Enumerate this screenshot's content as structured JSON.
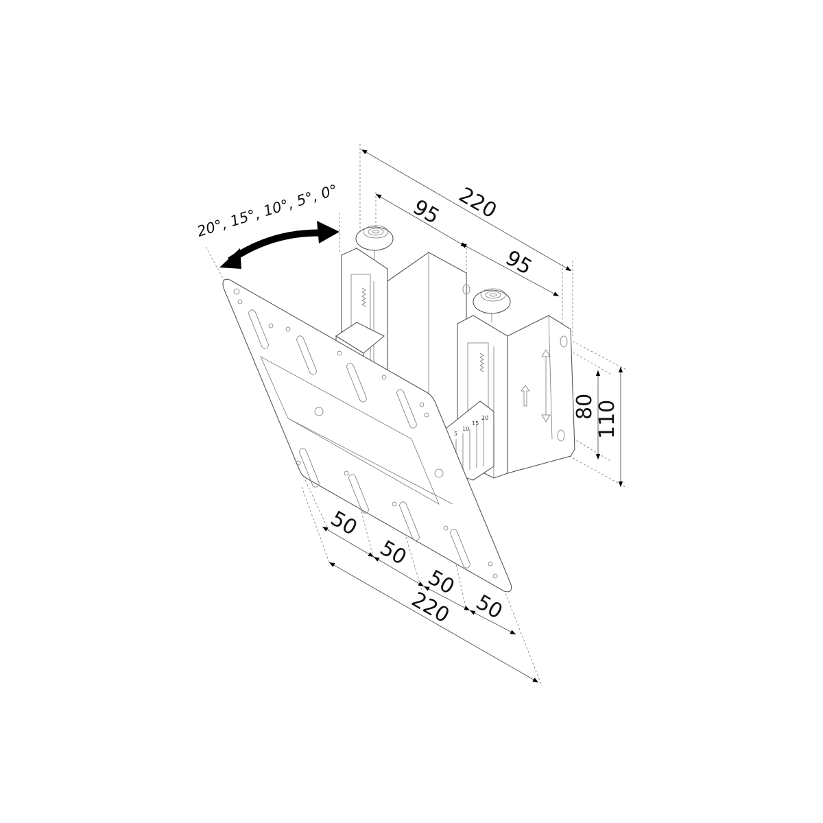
{
  "tilt_label": "20°, 15°, 10°, 5°, 0°",
  "dimensions": {
    "bracket_total_width": "220",
    "bracket_spacing_left": "95",
    "bracket_spacing_right": "95",
    "wall_hole_spacing": "80",
    "wall_plate_height": "110",
    "vesa_spacing": [
      "50",
      "50",
      "50",
      "50"
    ],
    "plate_total_width": "220"
  },
  "tilt_scale_marks": [
    "5",
    "10",
    "15",
    "20"
  ]
}
